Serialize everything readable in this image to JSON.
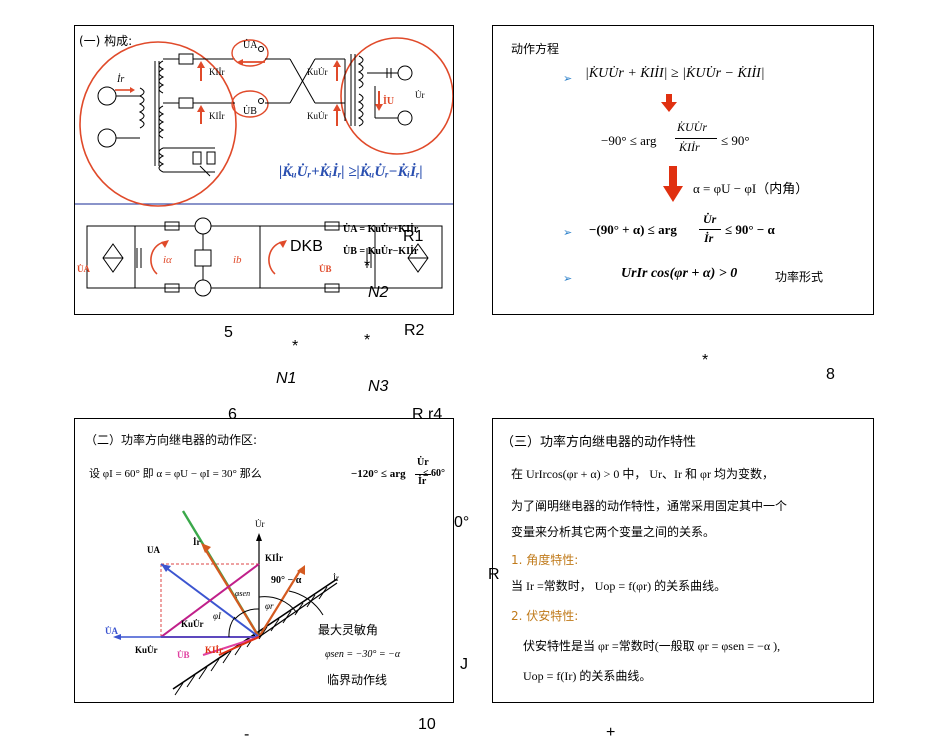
{
  "panel1": {
    "title": "(一) 构成:",
    "inequality": "|K̇ᵤU̇ᵣ+K̇ᵢİᵣ| ≥|K̇ᵤU̇ᵣ−K̇ᵢİᵣ|",
    "eqA": "U̇A = KuU̇r+KIİr",
    "eqB": "U̇B = KuU̇r−KIİr",
    "labels": {
      "ua_top": "U̇A",
      "ub_mid": "U̇B",
      "kiir1": "KIİr",
      "kiir2": "KIİr",
      "kuur1": "KuU̇r",
      "kuur2": "KuU̇r",
      "ir": "İr",
      "iu": "İU",
      "ur": "U̇r",
      "ia": "iα",
      "ib": "ib",
      "ua_left": "U̇A",
      "ub_right": "U̇B"
    }
  },
  "panel2": {
    "title": "动作方程",
    "eq1": "|K̇UU̇r + K̇IİI| ≥ |K̇UU̇r − K̇IİI|",
    "eq2_left": "−90° ≤ arg",
    "eq2_num": "K̇UU̇r",
    "eq2_den": "K̇Iİr",
    "eq2_right": "≤ 90°",
    "eq3": "α = φU − φI（内角）",
    "eq4_left": "−(90° + α) ≤ arg",
    "eq4_num": "U̇r",
    "eq4_den": "İr",
    "eq4_right": "≤ 90° − α",
    "eq5": "UrIr cos(φr + α) > 0",
    "eq5_note": "功率形式"
  },
  "panel3": {
    "title": "（二）功率方向继电器的动作区:",
    "formula_a": "设 φI = 60°  即  α = φU − φI = 30° 那么",
    "formula_b": "−120° ≤ arg",
    "formula_num": "U̇r",
    "formula_den": "İr",
    "formula_c": "≤ 60°",
    "max_sens": "最大灵敏角",
    "phi_sen": "φsen = −30° = −α",
    "boundary": "临界动作线",
    "diagram_labels": {
      "ur": "U̇r",
      "ir": "İr",
      "kiir": "KIİr",
      "ua": "UA",
      "ua2": "U̇A",
      "kuur": "KuU̇r",
      "kuur2": "KuU̇r",
      "ub": "U̇B",
      "kiir2": "KIİr",
      "ang": "90° − α",
      "phisen": "φsen",
      "phir": "φr",
      "phi1": "φI",
      "ir2": "İr"
    }
  },
  "panel4": {
    "title": "（三）功率方向继电器的动作特性",
    "line1": "在   UrIrcos(φr + α) > 0 中，  Ur、Ir 和 φr 均为变数，",
    "line2": "为了阐明继电器的动作特性，通常采用固定其中一个",
    "line3": "变量来分析其它两个变量之间的关系。",
    "h1": "1. 角度特性:",
    "h1_text": "当  Ir =常数时，    Uop = f(φr) 的关系曲线。",
    "h2": "2. 伏安特性:",
    "h2_text1": "伏安特性是当 φr =常数时(一般取    φr = φsen = −α ),",
    "h2_text2": "Uop = f(Ir) 的关系曲线。"
  },
  "stray": {
    "dkb": "DKB",
    "r1": "R1",
    "star1": "*",
    "n2": "N2",
    "five": "5",
    "star2": "*",
    "star3": "*",
    "r2": "R2",
    "n1": "N1",
    "n3": "N3",
    "six": "6",
    "r3": "R r4",
    "zero": "0°",
    "star4": "*",
    "eight": "8",
    "ten": "10",
    "minus": "-",
    "plus": "+",
    "j": "J",
    "r5": "R"
  }
}
